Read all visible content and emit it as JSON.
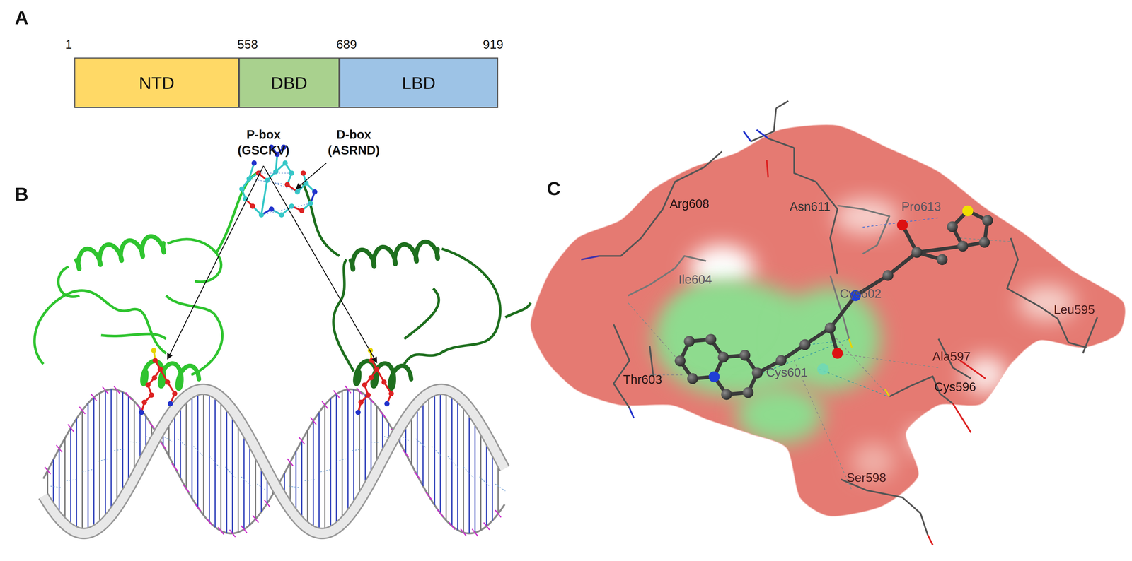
{
  "diagram": {
    "nodes": [
      {
        "text": [
          "NTD"
        ]
      },
      {
        "text": [
          "DBD"
        ]
      },
      {
        "text": [
          "LBD"
        ]
      }
    ],
    "labels": [
      "A",
      "1",
      "558",
      "689",
      "919",
      "P-box (GSCKV)",
      "D-box (ASRND)",
      "B",
      "C",
      "Arg608",
      "Asn611",
      "Pro613",
      "Ile604",
      "Cys602",
      "Leu595",
      "Ala597",
      "Thr603",
      "Cys601",
      "Cys596",
      "Ser598"
    ]
  }
}
